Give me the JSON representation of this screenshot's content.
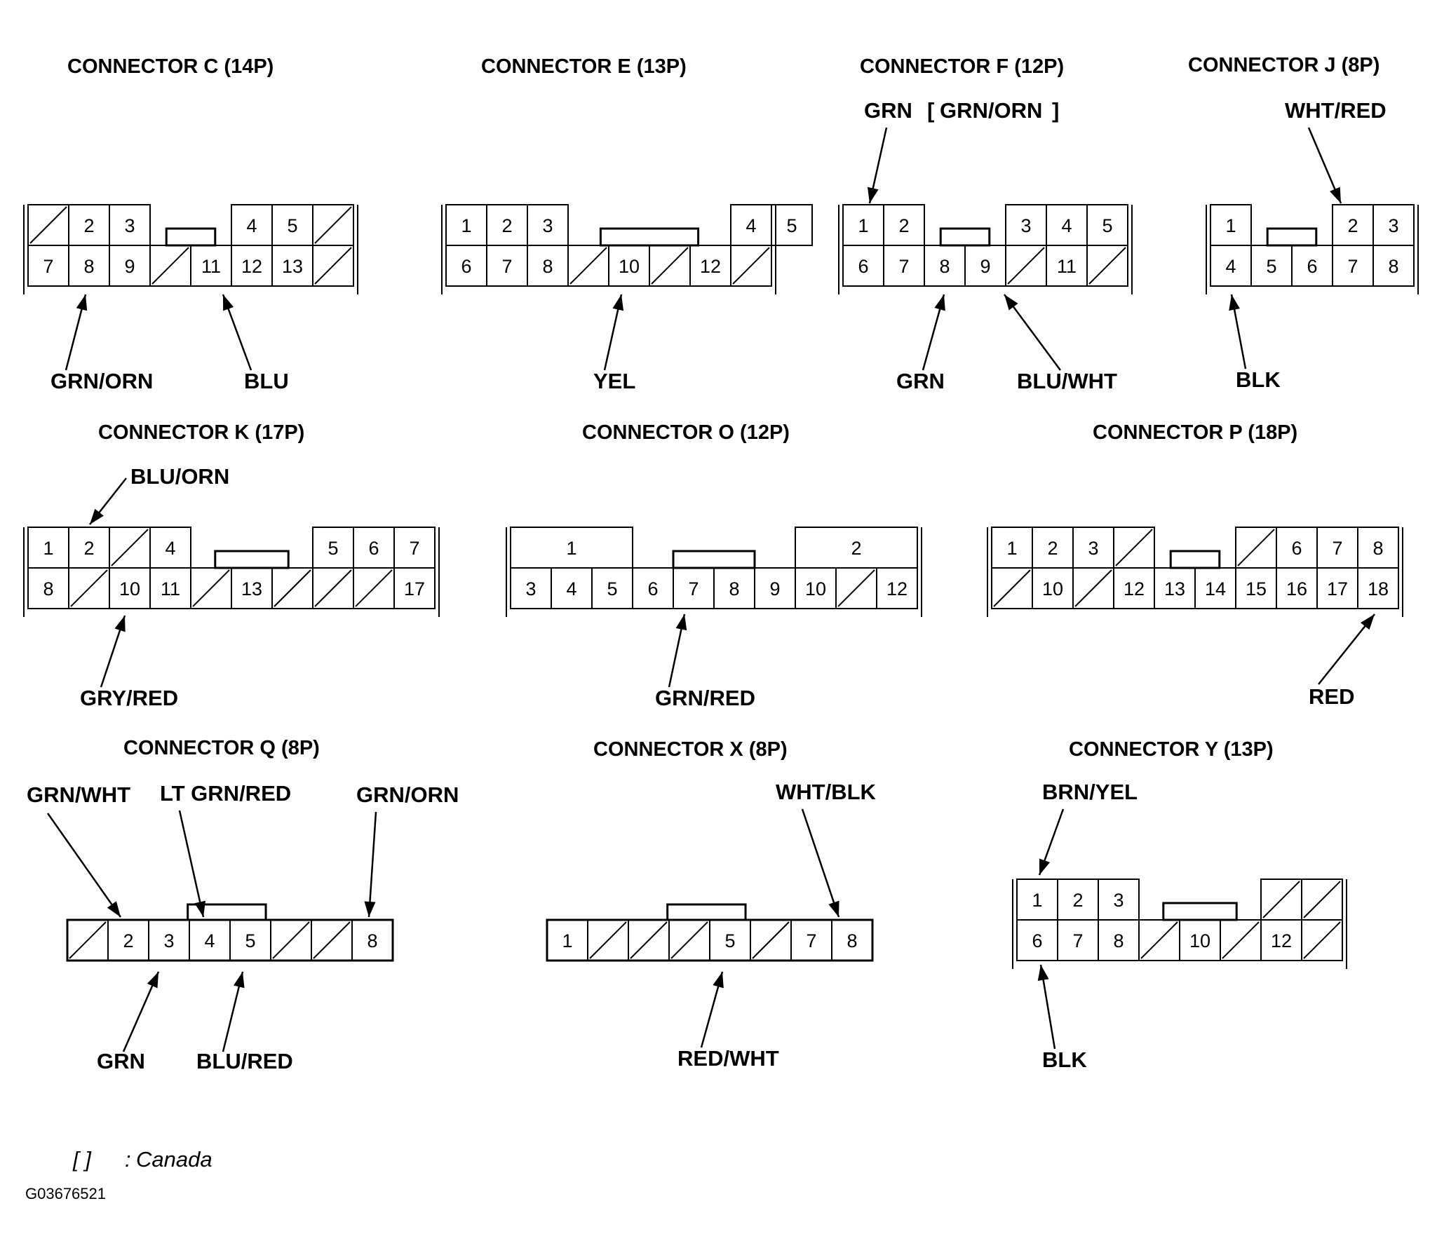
{
  "connectors": [
    {
      "id": "C",
      "title": "CONNECTOR C (14P)",
      "top": [
        "",
        "2",
        "3",
        null,
        null,
        "4",
        "5",
        ""
      ],
      "bottom": [
        "7",
        "8",
        "9",
        "",
        "11",
        "12",
        "13",
        ""
      ],
      "wires": [
        {
          "label": "GRN/ORN",
          "pin": "8"
        },
        {
          "label": "BLU",
          "pin": "11"
        }
      ]
    },
    {
      "id": "E",
      "title": "CONNECTOR E (13P)",
      "top": [
        "1",
        "2",
        "3",
        null,
        null,
        null,
        null,
        "4",
        "5"
      ],
      "bottom": [
        "6",
        "7",
        "8",
        "",
        "10",
        "",
        "12",
        ""
      ],
      "wires": [
        {
          "label": "YEL",
          "pin": "10"
        }
      ]
    },
    {
      "id": "F",
      "title": "CONNECTOR F (12P)",
      "top": [
        "1",
        "2",
        null,
        null,
        "3",
        "4",
        "5"
      ],
      "bottom": [
        "6",
        "7",
        "8",
        "9",
        "",
        "11",
        ""
      ],
      "wires": [
        {
          "label": "GRN",
          "label_alt": "GRN/ORN",
          "pin": "1"
        },
        {
          "label": "GRN",
          "pin": "8"
        },
        {
          "label": "BLU/WHT",
          "pin": "9"
        }
      ]
    },
    {
      "id": "J",
      "title": "CONNECTOR J (8P)",
      "top": [
        "1",
        null,
        null,
        "2",
        "3"
      ],
      "bottom": [
        "4",
        "5",
        "6",
        "7",
        "8"
      ],
      "wires": [
        {
          "label": "WHT/RED",
          "pin": "2"
        },
        {
          "label": "BLK",
          "pin": "4"
        }
      ]
    },
    {
      "id": "K",
      "title": "CONNECTOR K (17P)",
      "top": [
        "1",
        "2",
        "",
        "4",
        null,
        null,
        null,
        "5",
        "6",
        "7"
      ],
      "bottom": [
        "8",
        "",
        "10",
        "11",
        "",
        "13",
        "",
        "",
        "",
        "17"
      ],
      "wires": [
        {
          "label": "BLU/ORN",
          "pin": "2"
        },
        {
          "label": "GRY/RED",
          "pin": "10"
        }
      ]
    },
    {
      "id": "O",
      "title": "CONNECTOR O (12P)",
      "top": [
        "1",
        null,
        "2"
      ],
      "bottom": [
        "3",
        "4",
        "5",
        "6",
        "7",
        "8",
        "9",
        "10",
        "",
        "12"
      ],
      "wires": [
        {
          "label": "GRN/RED",
          "pin": "7"
        }
      ]
    },
    {
      "id": "P",
      "title": "CONNECTOR P (18P)",
      "top": [
        "1",
        "2",
        "3",
        "",
        null,
        null,
        "",
        "6",
        "7",
        "8"
      ],
      "bottom": [
        "",
        "10",
        "",
        "12",
        "13",
        "14",
        "15",
        "16",
        "17",
        "18"
      ],
      "wires": [
        {
          "label": "RED",
          "pin": "18"
        }
      ]
    },
    {
      "id": "Q",
      "title": "CONNECTOR Q (8P)",
      "row": [
        "",
        "2",
        "3",
        "4",
        "5",
        "",
        "",
        "8"
      ],
      "wires": [
        {
          "label": "GRN/WHT",
          "pin": "2"
        },
        {
          "label": "LT GRN/RED",
          "pin": "4"
        },
        {
          "label": "GRN/ORN",
          "pin": "8"
        },
        {
          "label": "GRN",
          "pin": "3"
        },
        {
          "label": "BLU/RED",
          "pin": "5"
        }
      ]
    },
    {
      "id": "X",
      "title": "CONNECTOR X (8P)",
      "row": [
        "1",
        "",
        "",
        "",
        "5",
        "",
        "7",
        "8"
      ],
      "wires": [
        {
          "label": "WHT/BLK",
          "pin": "8"
        },
        {
          "label": "RED/WHT",
          "pin": "5"
        }
      ]
    },
    {
      "id": "Y",
      "title": "CONNECTOR Y (13P)",
      "top": [
        "1",
        "2",
        "3",
        null,
        null,
        null,
        "",
        ""
      ],
      "bottom": [
        "6",
        "7",
        "8",
        "",
        "10",
        "",
        "12",
        ""
      ],
      "wires": [
        {
          "label": "BRN/YEL",
          "pin": "1"
        },
        {
          "label": "BLK",
          "pin": "6"
        }
      ]
    }
  ],
  "legend": {
    "brackets": "[ ]",
    "separator": ":",
    "text": "Canada"
  },
  "figure_code": "G03676521"
}
